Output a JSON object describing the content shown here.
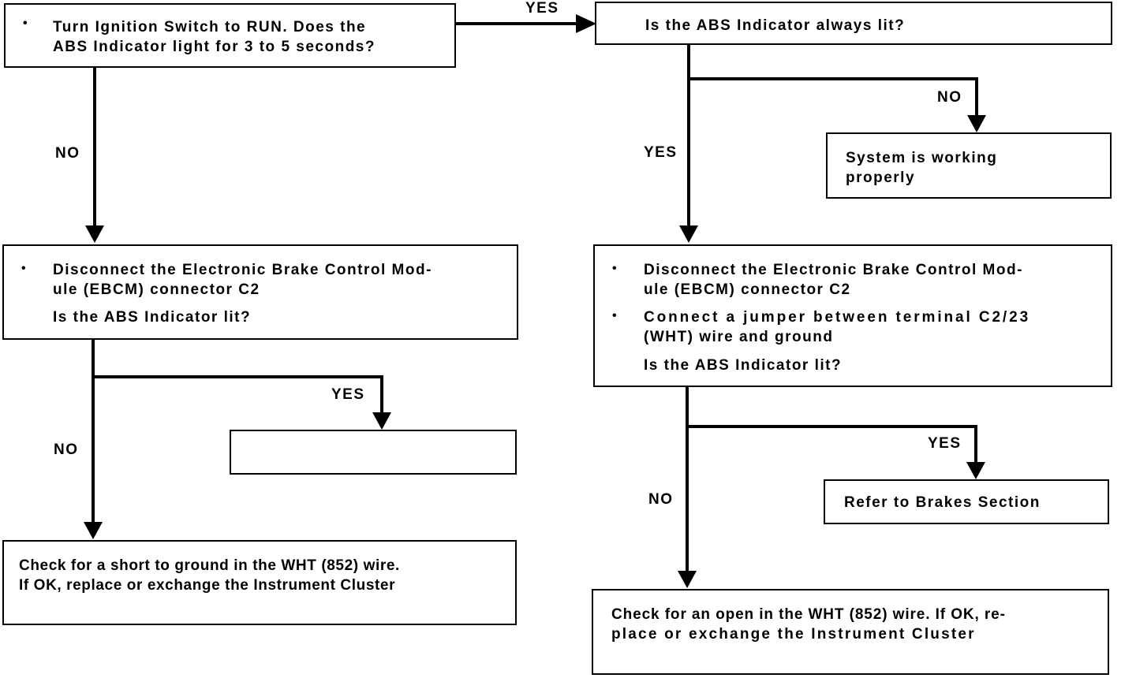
{
  "nodes": {
    "start": {
      "bullet": "•",
      "lines": [
        "Turn Ignition Switch to RUN. Does the",
        "ABS Indicator light for 3 to 5 seconds?"
      ]
    },
    "always_lit": {
      "lines": [
        "Is the ABS Indicator always lit?"
      ]
    },
    "system_ok": {
      "lines": [
        "System is working",
        "properly"
      ]
    },
    "left_disconnect": {
      "bullet": "•",
      "lines": [
        "Disconnect the Electronic Brake Control Mod-",
        "ule (EBCM) connector C2"
      ],
      "question": "Is the ABS Indicator lit?"
    },
    "right_disconnect": {
      "bullet1": "•",
      "lines1": [
        "Disconnect the Electronic Brake Control Mod-",
        "ule (EBCM) connector C2"
      ],
      "bullet2": "•",
      "lines2": [
        "Connect a jumper between terminal C2/23",
        "(WHT) wire and ground"
      ],
      "question": "Is the ABS Indicator lit?"
    },
    "empty_box": {
      "lines": []
    },
    "refer_brakes": {
      "lines": [
        "Refer to Brakes Section"
      ]
    },
    "left_result": {
      "lines": [
        "Check for a short to ground in the WHT (852) wire.",
        "If OK, replace or exchange the Instrument Cluster"
      ]
    },
    "right_result": {
      "lines": [
        "Check for an open in the WHT (852) wire. If OK, re-",
        "place or exchange the Instrument Cluster"
      ]
    }
  },
  "edges": {
    "start_yes": "YES",
    "start_no": "NO",
    "always_yes": "YES",
    "always_no": "NO",
    "left_yes": "YES",
    "left_no": "NO",
    "right_yes": "YES",
    "right_no": "NO"
  }
}
